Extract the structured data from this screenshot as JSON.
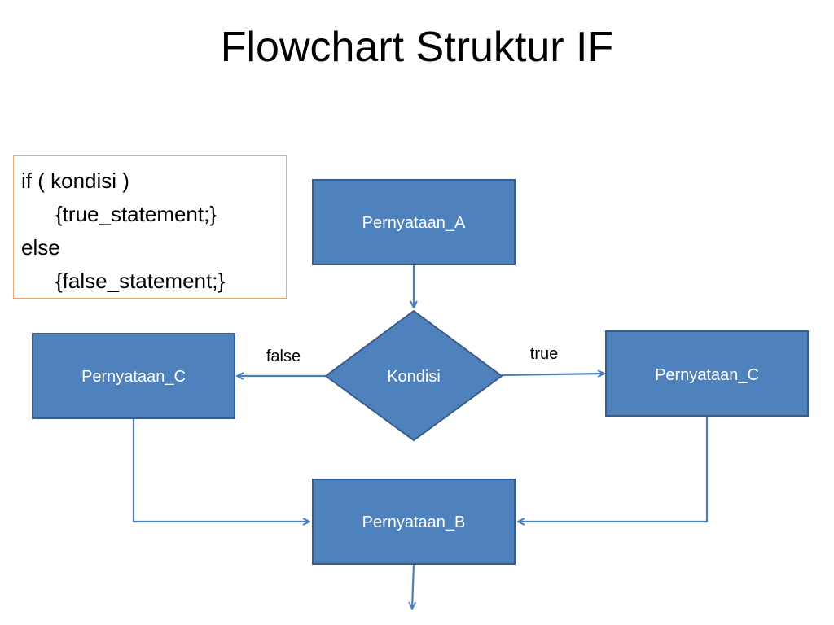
{
  "slide": {
    "title": "Flowchart Struktur IF"
  },
  "code": {
    "lines": [
      "if ( kondisi )",
      "{true_statement;}",
      "else",
      "{false_statement;}"
    ]
  },
  "flowchart": {
    "nodes": {
      "statement_a": "Pernyataan_A",
      "condition": "Kondisi",
      "statement_left": "Pernyataan_C",
      "statement_right": "Pernyataan_C",
      "statement_b": "Pernyataan_B"
    },
    "edges": {
      "false_label": "false",
      "true_label": "true"
    }
  },
  "colors": {
    "node_fill": "#4f81bd",
    "node_stroke": "#385d8a",
    "connector": "#4a7ebb",
    "code_border": "#f0a878"
  }
}
